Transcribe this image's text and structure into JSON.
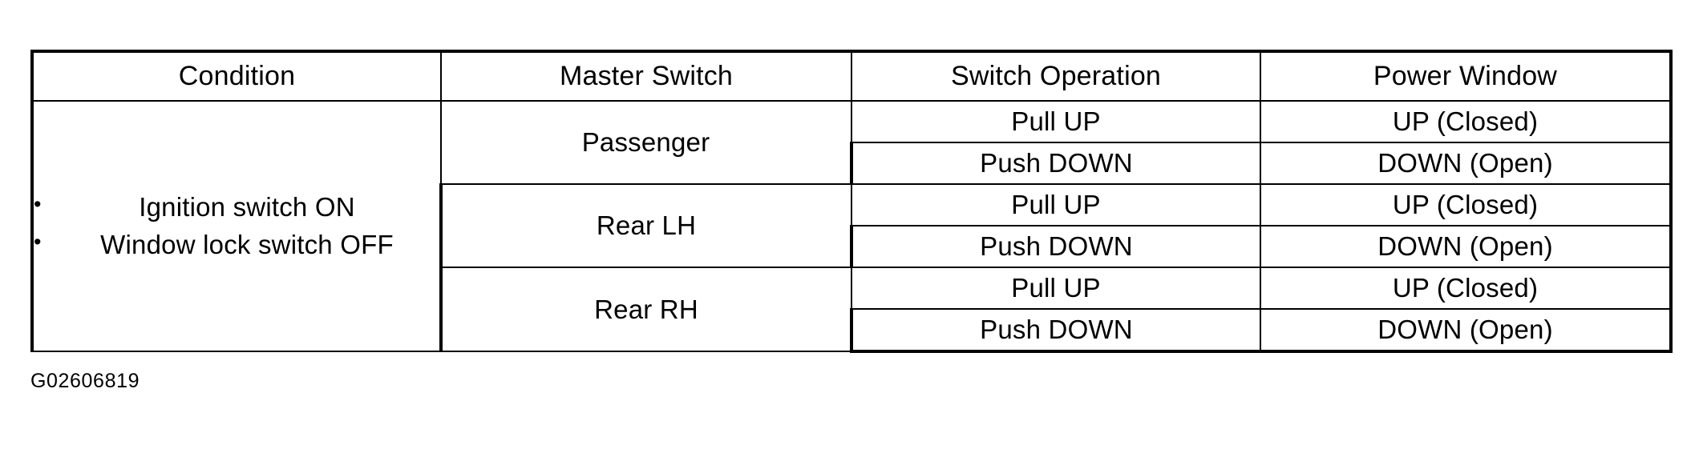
{
  "table": {
    "headers": [
      {
        "key": "condition",
        "label": "Condition"
      },
      {
        "key": "master_switch",
        "label": "Master Switch"
      },
      {
        "key": "switch_operation",
        "label": "Switch Operation"
      },
      {
        "key": "power_window",
        "label": "Power Window"
      }
    ],
    "condition": {
      "bullets": [
        "Ignition switch ON",
        "Window lock switch OFF"
      ]
    },
    "groups": [
      {
        "master_switch": "Passenger",
        "rows": [
          {
            "switch_operation": "Pull UP",
            "power_window": "UP (Closed)"
          },
          {
            "switch_operation": "Push DOWN",
            "power_window": "DOWN (Open)"
          }
        ]
      },
      {
        "master_switch": "Rear LH",
        "rows": [
          {
            "switch_operation": "Pull UP",
            "power_window": "UP (Closed)"
          },
          {
            "switch_operation": "Push DOWN",
            "power_window": "DOWN (Open)"
          }
        ]
      },
      {
        "master_switch": "Rear RH",
        "rows": [
          {
            "switch_operation": "Pull UP",
            "power_window": "UP (Closed)"
          },
          {
            "switch_operation": "Push DOWN",
            "power_window": "DOWN (Open)"
          }
        ]
      }
    ]
  },
  "figure": {
    "caption": "G02606819"
  },
  "colors": {
    "ink": "#000000",
    "paper": "#ffffff"
  }
}
